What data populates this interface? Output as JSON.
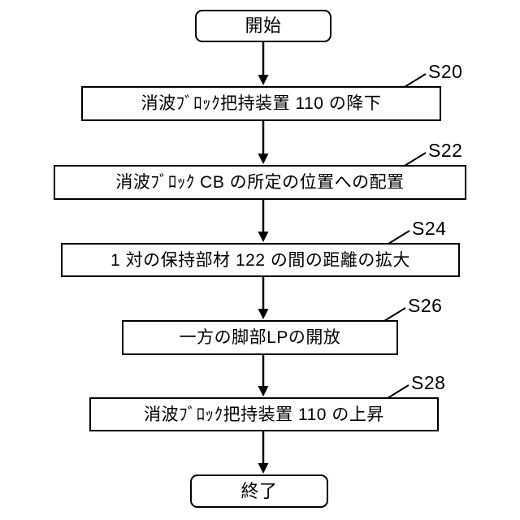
{
  "flowchart": {
    "diagram_type": "flowchart",
    "start_label": "開始",
    "end_label": "終了",
    "steps": [
      {
        "id": "S20",
        "text": "消波ﾌﾞﾛｯｸ把持装置 110 の降下"
      },
      {
        "id": "S22",
        "text": "消波ﾌﾞﾛｯｸ CB の所定の位置への配置"
      },
      {
        "id": "S24",
        "text": "1 対の保持部材 122 の間の距離の拡大"
      },
      {
        "id": "S26",
        "text": "一方の脚部LPの開放"
      },
      {
        "id": "S28",
        "text": "消波ﾌﾞﾛｯｸ把持装置 110 の上昇"
      }
    ],
    "colors": {
      "line": "#000000",
      "background": "#ffffff",
      "box_fill": "#ffffff",
      "text": "#000000"
    }
  }
}
